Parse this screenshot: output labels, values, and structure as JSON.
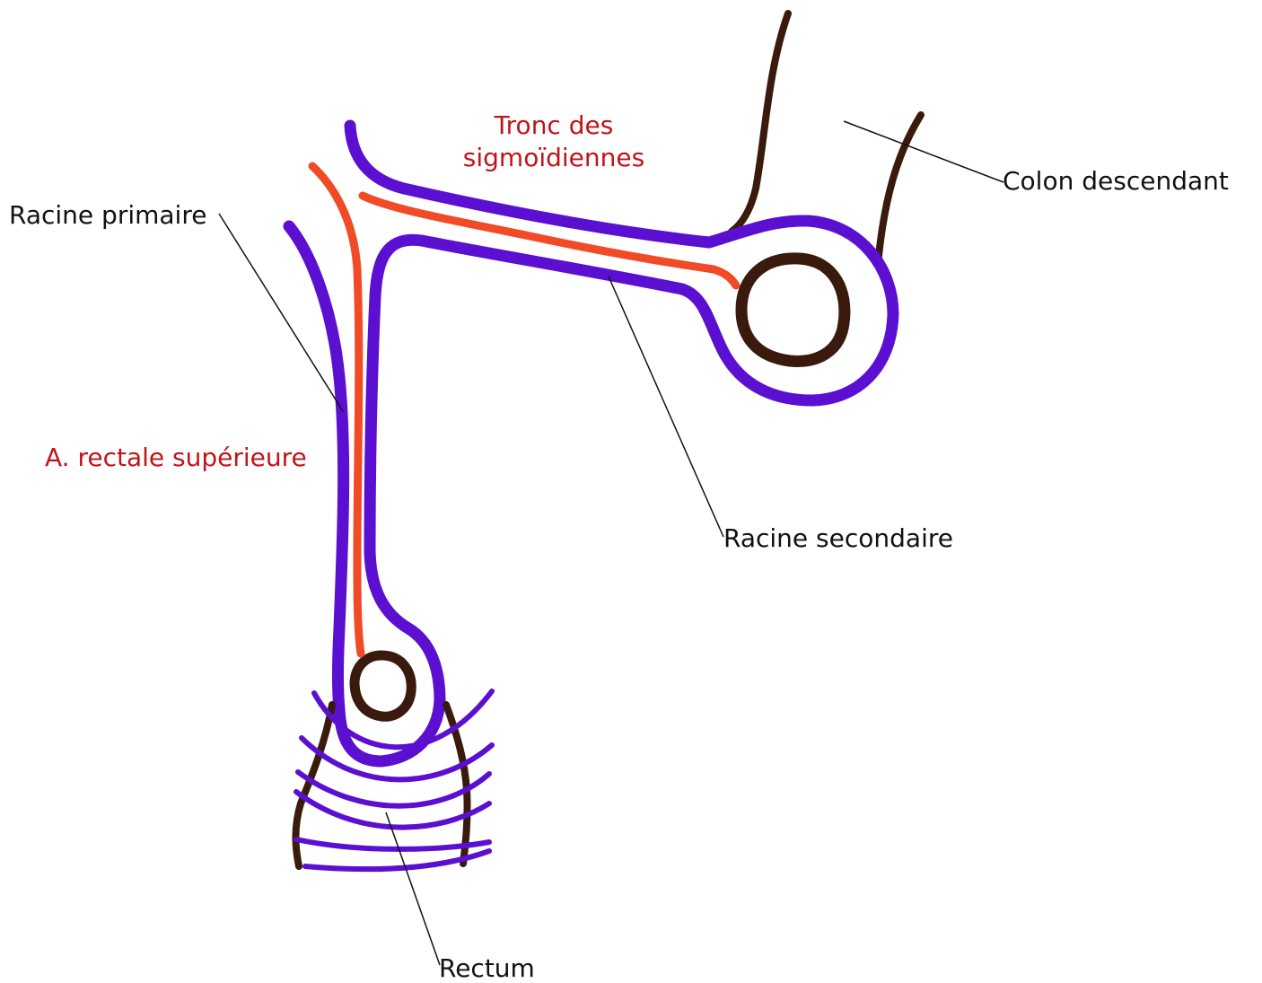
{
  "labels": {
    "tronc_line1": "Tronc des",
    "tronc_line2": "sigmoïdiennes",
    "colon_descendant": "Colon descendant",
    "racine_primaire": "Racine primaire",
    "rectale_superieure": "A. rectale supérieure",
    "racine_secondaire": "Racine secondaire",
    "rectum": "Rectum"
  },
  "colors": {
    "mesocolon": "#5b0fd1",
    "artery": "#f04a26",
    "bowel_wall": "#3a1a0c",
    "artery_label": "#c0141a",
    "text": "#111111"
  }
}
